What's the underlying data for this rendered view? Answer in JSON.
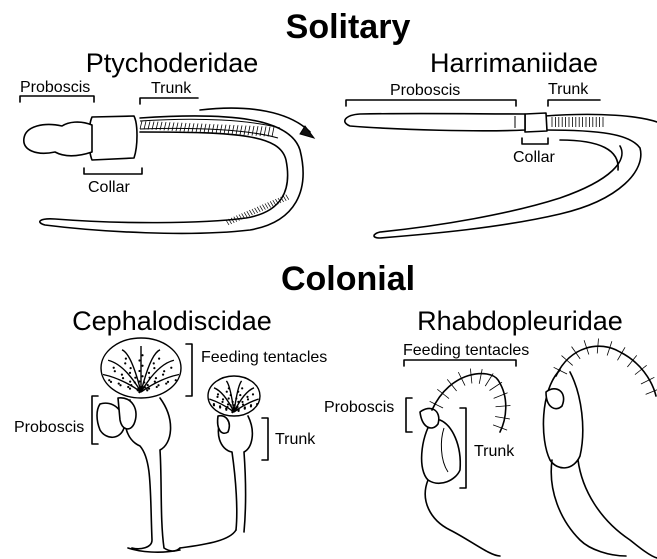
{
  "sections": {
    "solitary": "Solitary",
    "colonial": "Colonial"
  },
  "taxa": {
    "ptychoderidae": {
      "name": "Ptychoderidae",
      "labels": {
        "proboscis": "Proboscis",
        "trunk": "Trunk",
        "collar": "Collar"
      }
    },
    "harrimaniidae": {
      "name": "Harrimaniidae",
      "labels": {
        "proboscis": "Proboscis",
        "trunk": "Trunk",
        "collar": "Collar"
      }
    },
    "cephalodiscidae": {
      "name": "Cephalodiscidae",
      "labels": {
        "feeding_tentacles": "Feeding tentacles",
        "proboscis": "Proboscis",
        "trunk": "Trunk"
      }
    },
    "rhabdopleuridae": {
      "name": "Rhabdopleuridae",
      "labels": {
        "feeding_tentacles": "Feeding tentacles",
        "proboscis": "Proboscis",
        "trunk": "Trunk"
      }
    }
  }
}
